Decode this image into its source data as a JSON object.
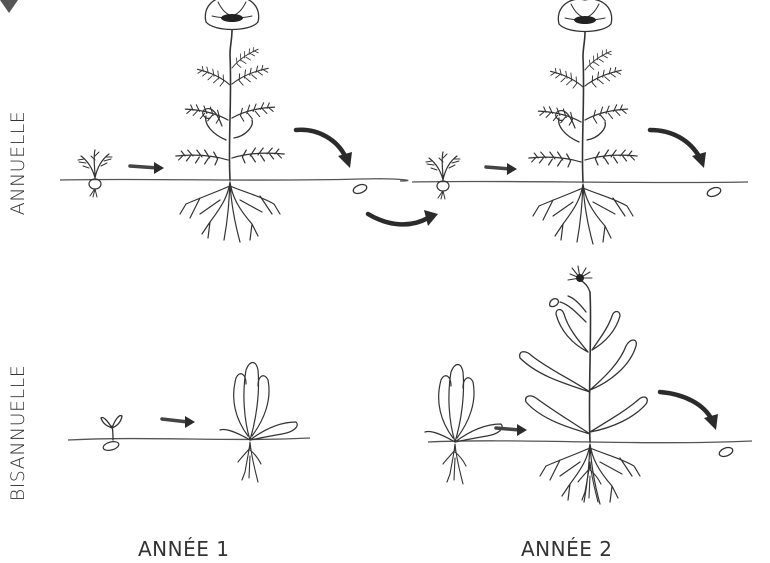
{
  "rows": {
    "annual": {
      "label": "ANNUELLE"
    },
    "biennial": {
      "label": "BISANNUELLE"
    }
  },
  "years": [
    {
      "label": "ANNÉE 1"
    },
    {
      "label": "ANNÉE 2"
    }
  ],
  "colors": {
    "ink": "#333333",
    "arrow": "#2b2b2b",
    "flower": "#222222"
  }
}
